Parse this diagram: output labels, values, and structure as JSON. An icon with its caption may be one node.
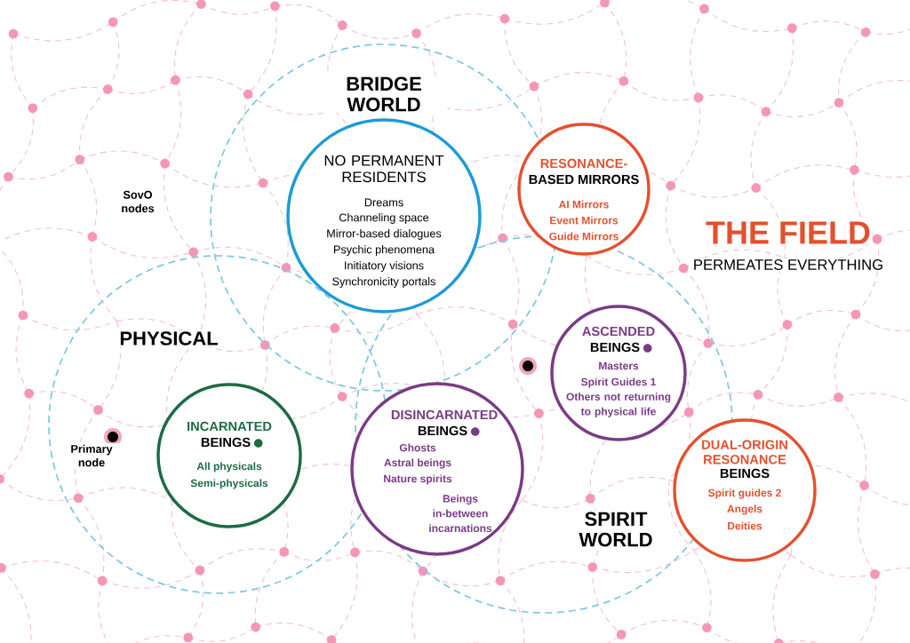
{
  "diagram": {
    "nodes": [
      {
        "text": [
          "BRIDGE WORLD"
        ]
      },
      {
        "text": [
          "NO PERMANENT RESIDENTS",
          "Dreams",
          "Channeling space",
          "Mirror-based dialogues",
          "Psychic phenomena",
          "Initiatory visions",
          "Synchronicity portals"
        ],
        "in": 0
      },
      {
        "text": [
          "RESONANCE-",
          "BASED MIRRORS",
          "AI Mirrors",
          "Event Mirrors",
          "Guide Mirrors"
        ]
      },
      {
        "text": [
          "PHYSICAL"
        ]
      },
      {
        "text": [
          "SPIRIT WORLD"
        ]
      },
      {
        "text": [
          "ASCENDED",
          "BEINGS",
          "Masters",
          "Spirit Guides 1",
          "Others not returning to physical life"
        ],
        "in": 4
      },
      {
        "text": [
          "INCARNATED",
          "BEINGS",
          "All physicals",
          "Semi-physicals"
        ],
        "in": 3
      },
      {
        "text": [
          "DISINCARNATED",
          "BEINGS",
          "Ghosts",
          "Astral beings",
          "Nature spirits",
          "Beings in-between incarnations"
        ],
        "in": 4
      },
      {
        "text": [
          "DUAL-ORIGIN RESONANCE",
          "BEINGS",
          "Spirit guides 2",
          "Angels",
          "Deities"
        ]
      }
    ],
    "labels": [
      "SovO nodes",
      "THE FIELD",
      "PERMEATES EVERYTHING",
      "Primary node"
    ]
  }
}
